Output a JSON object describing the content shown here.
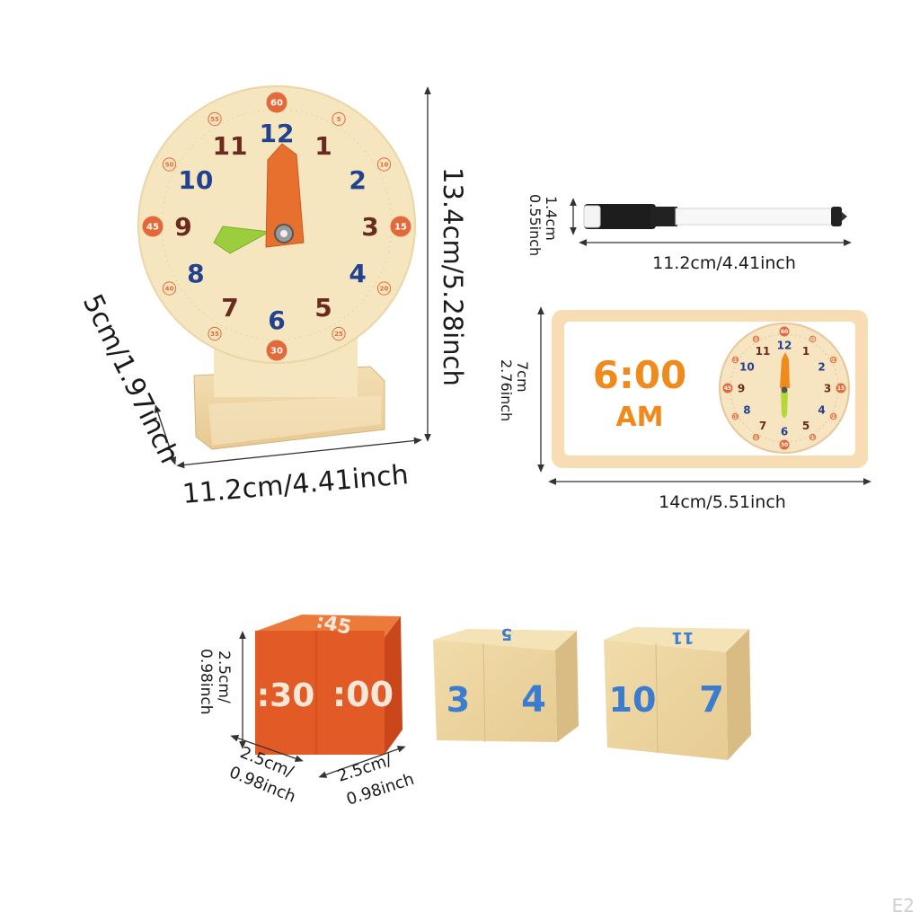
{
  "clock": {
    "hours": [
      "12",
      "1",
      "2",
      "3",
      "4",
      "5",
      "6",
      "7",
      "8",
      "9",
      "10",
      "11"
    ],
    "minutes": [
      "60",
      "5",
      "10",
      "15",
      "20",
      "25",
      "30",
      "35",
      "40",
      "45",
      "50",
      "55"
    ],
    "dims": {
      "width": "11.2cm/4.41inch",
      "height": "13.4cm/5.28inch",
      "depth": "5cm/1.97inch"
    }
  },
  "marker": {
    "dims": {
      "length": "11.2cm/4.41inch",
      "diameter_cm": "1.4cm",
      "diameter_in": "0.55inch"
    }
  },
  "card": {
    "time": "6:00",
    "period": "AM",
    "dims": {
      "width": "14cm/5.51inch",
      "height_cm": "7cm",
      "height_in": "2.76inch"
    }
  },
  "dice": {
    "orange": {
      "front": ":30",
      "right": ":00",
      "top": ":45"
    },
    "middle": {
      "front": "3",
      "right": "4",
      "top": "5"
    },
    "right": {
      "front": "10",
      "right": "7",
      "top": "11"
    },
    "dims": {
      "height_cm": "2.5cm/",
      "height_in": "0.98inch",
      "width_cm": "2.5cm/",
      "width_in": "0.98inch",
      "depth_cm": "2.5cm/",
      "depth_in": "0.98inch"
    }
  },
  "watermark": "E2",
  "colors": {
    "clock_face": "#f6e6bf",
    "wood": "#f0d9a8",
    "hour_hand": "#e8702e",
    "minute_hand": "#9bcd3c",
    "blue_numbers": "#22418f",
    "brown_numbers": "#6b2a1e",
    "orange_badge": "#e4693a",
    "die_orange": "#e25a25"
  }
}
